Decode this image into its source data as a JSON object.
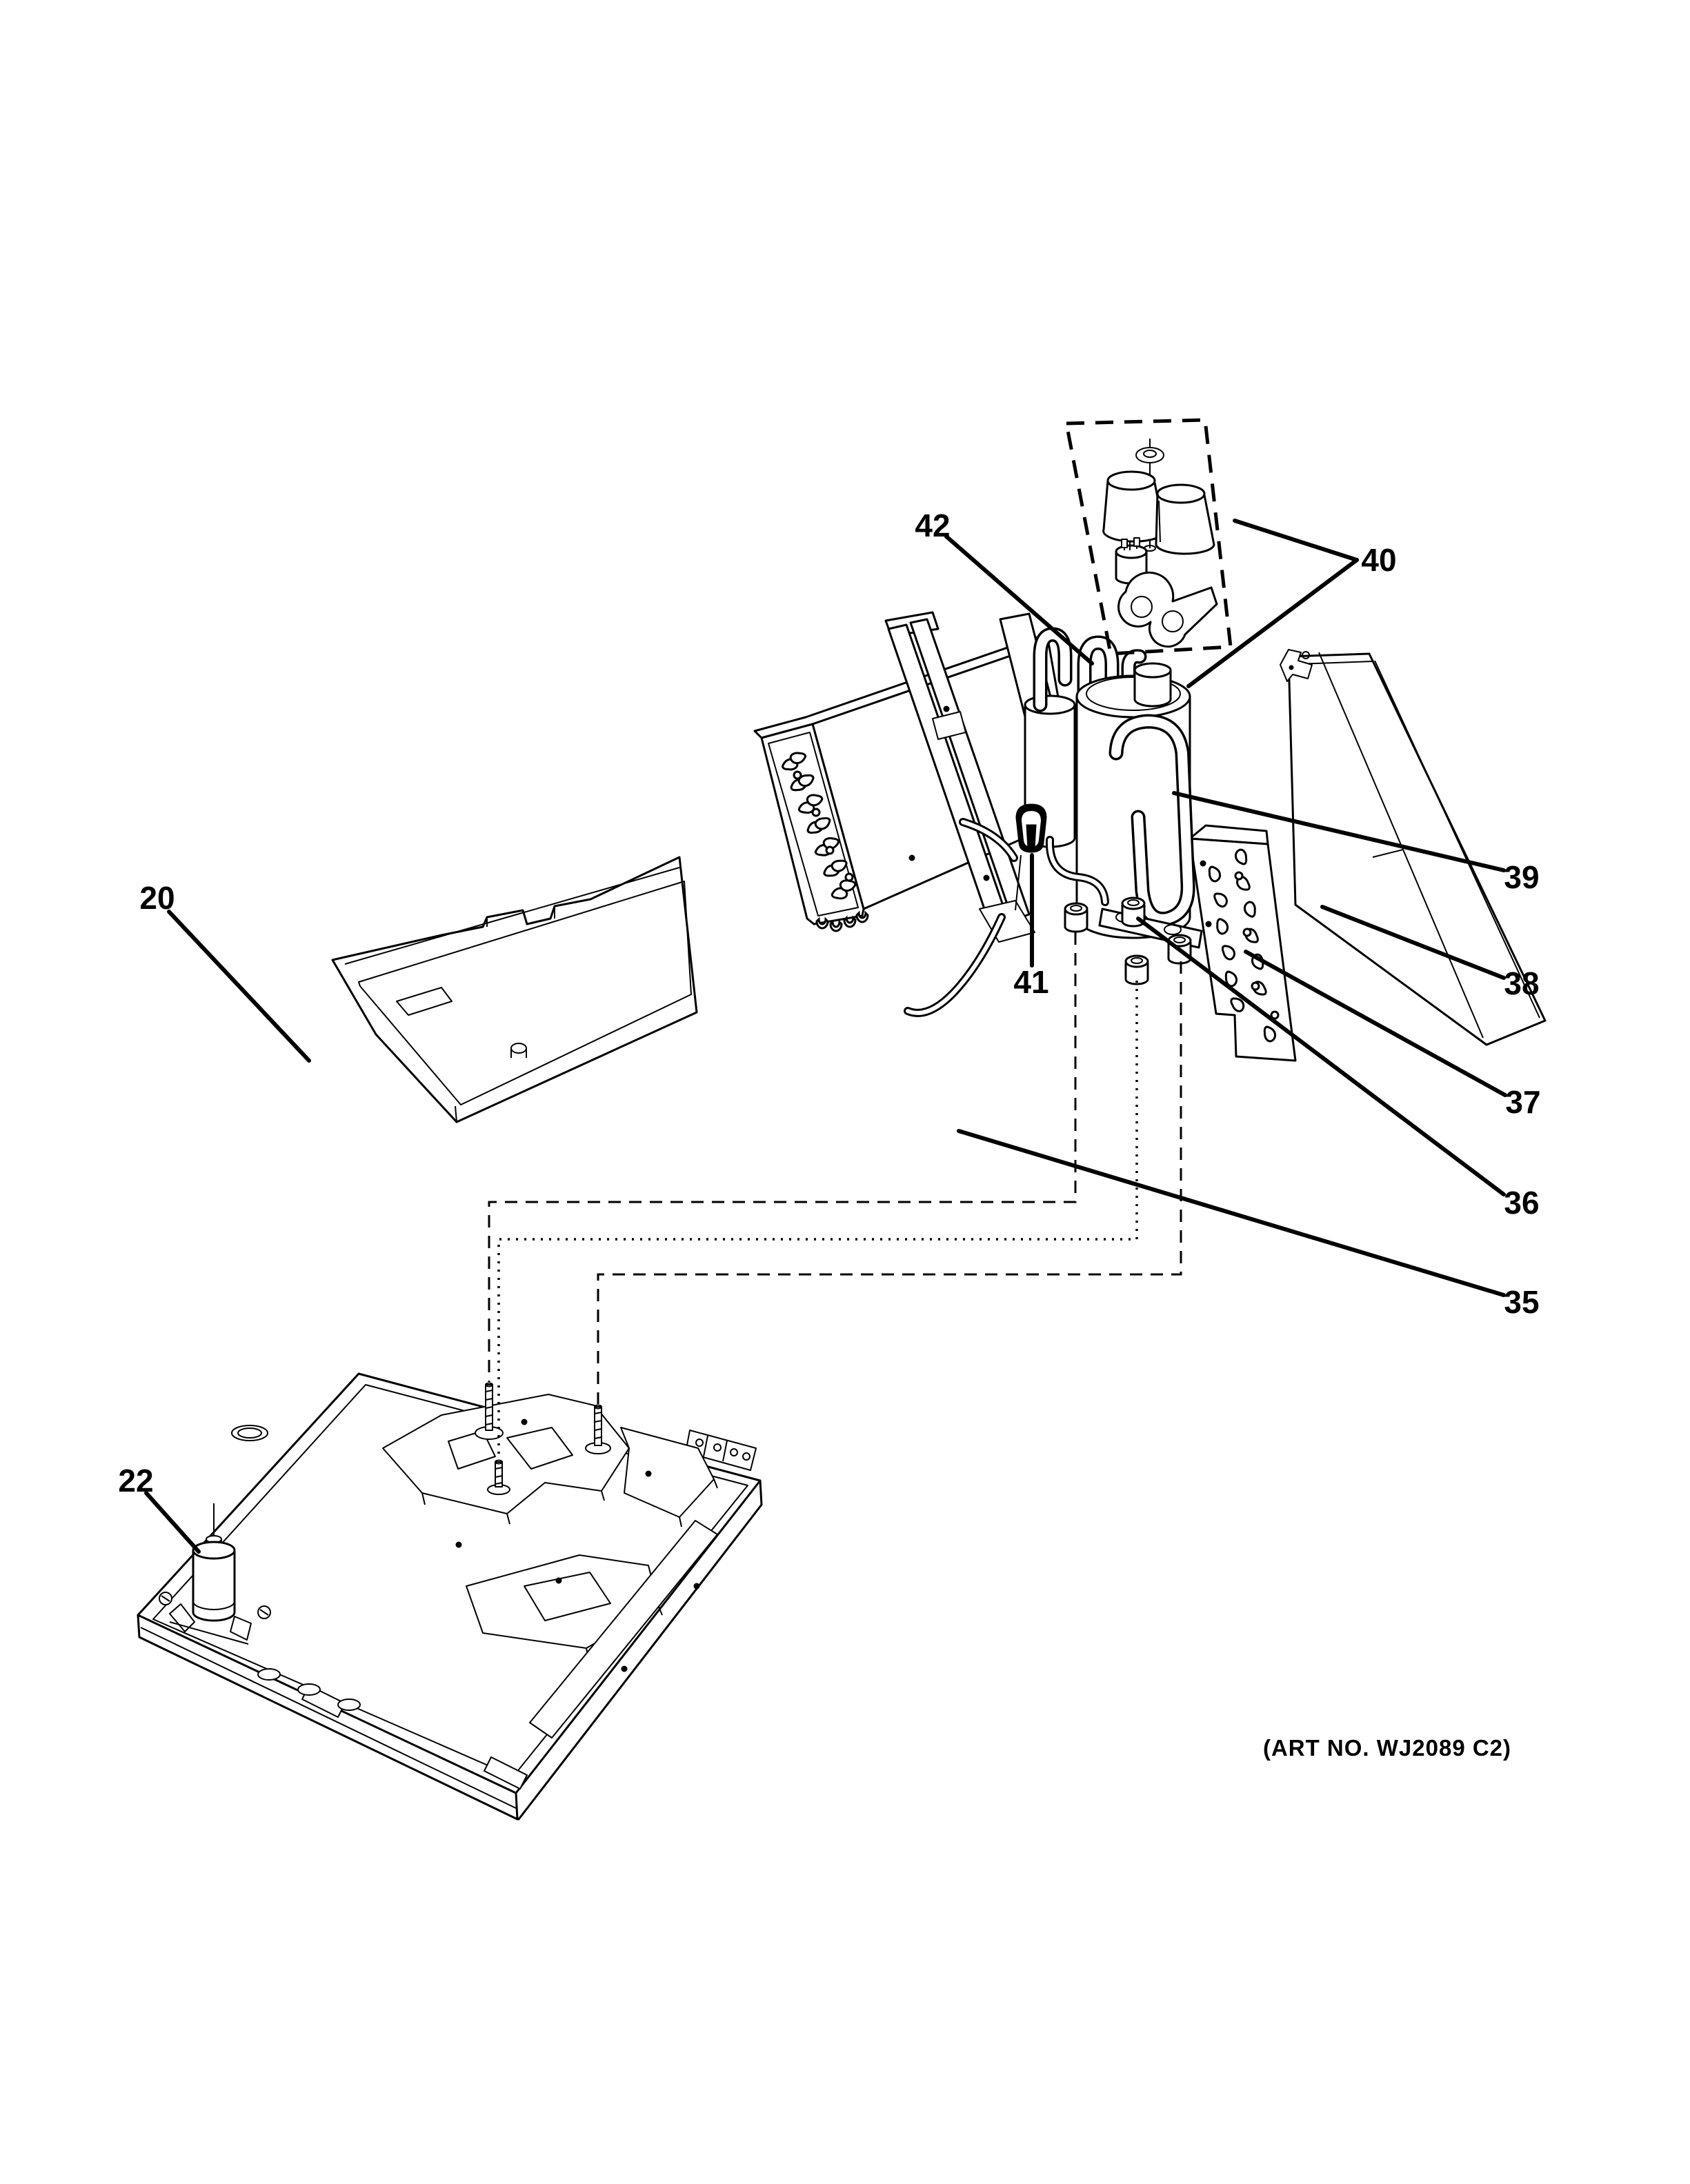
{
  "figure": {
    "art_no": "(ART NO. WJ2089 C2)",
    "callouts": {
      "20": "20",
      "22": "22",
      "35": "35",
      "36": "36",
      "37": "37",
      "38": "38",
      "39": "39",
      "40": "40",
      "41": "41",
      "42": "42"
    }
  },
  "colors": {
    "line": "#000000",
    "background": "#ffffff"
  }
}
